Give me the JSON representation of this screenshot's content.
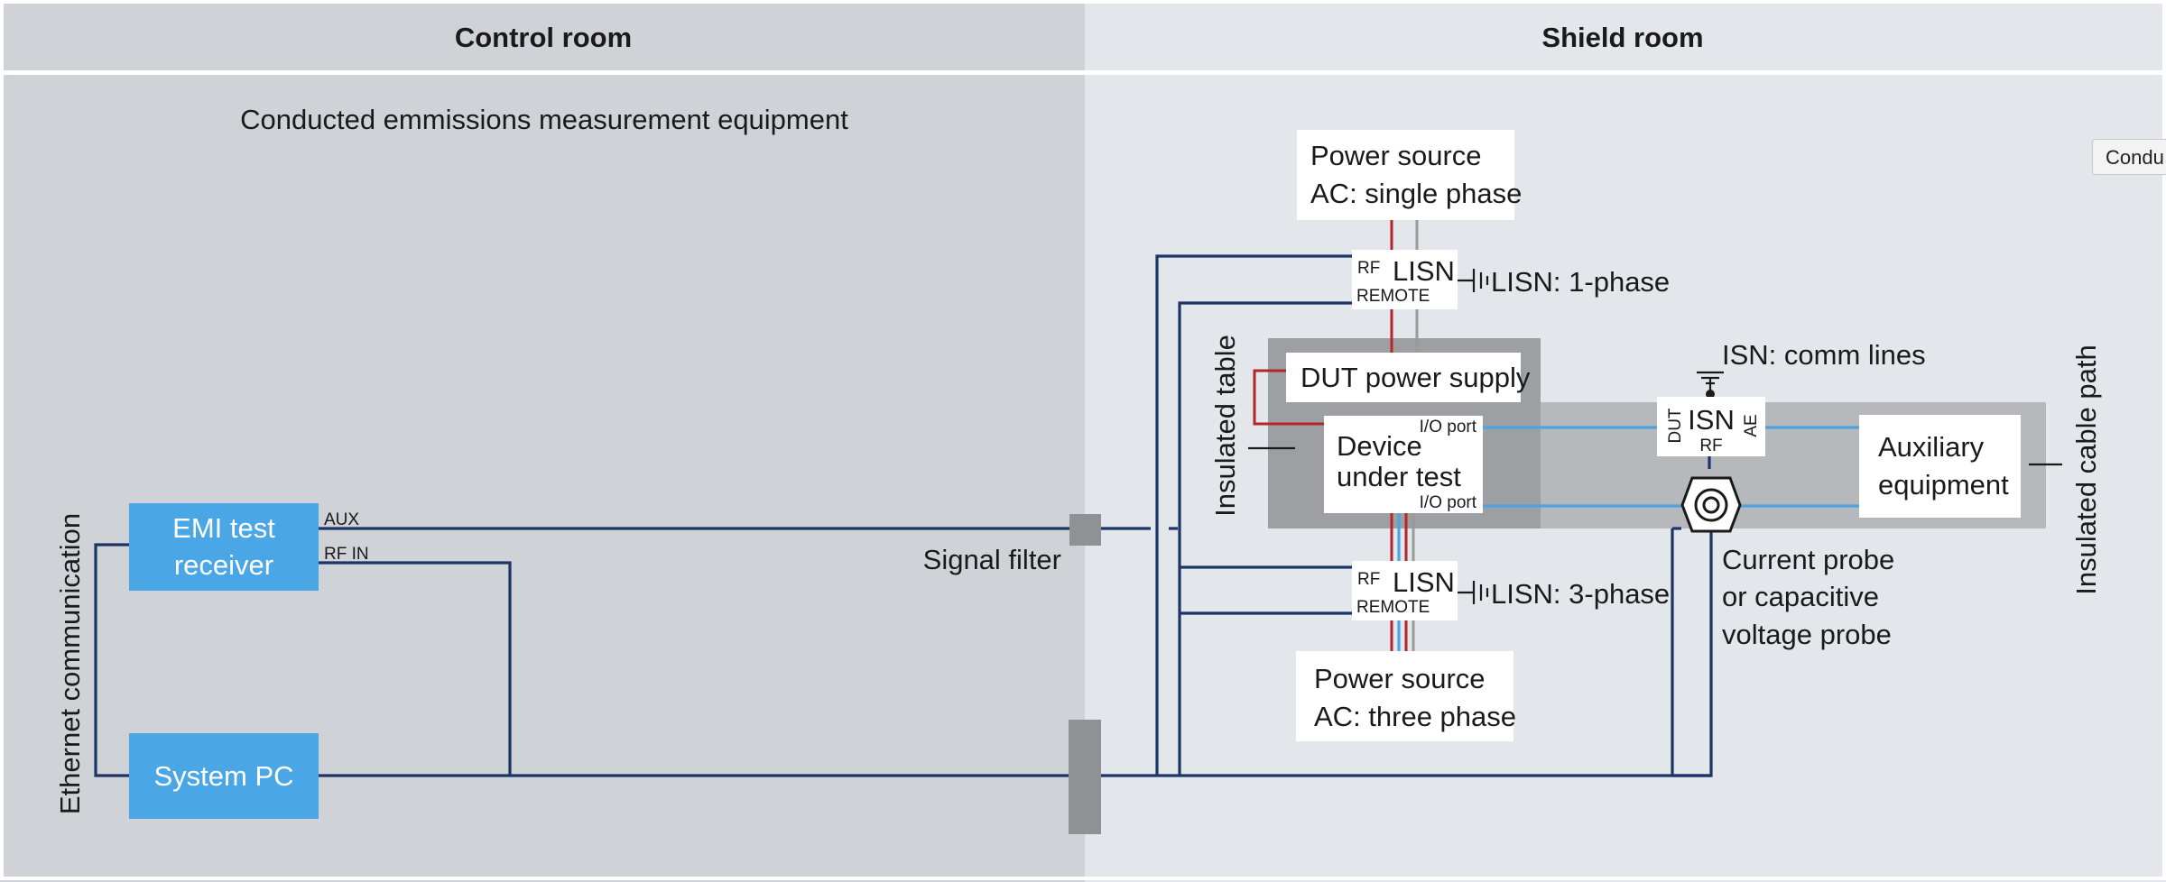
{
  "headers": {
    "control_room": "Control room",
    "shield_room": "Shield room"
  },
  "caption": "Conducted emmissions measurement equipment",
  "tooltip": "Condu",
  "ethernet": "Ethernet communication",
  "emi": {
    "line1": "EMI test",
    "line2": "receiver",
    "aux": "AUX",
    "rf_in": "RF IN"
  },
  "system_pc": "System PC",
  "signal_filter": "Signal filter",
  "insulated_table": "Insulated table",
  "insulated_cable_path": "Insulated cable path",
  "power_single": {
    "line1": "Power source",
    "line2": "AC: single phase"
  },
  "power_three": {
    "line1": "Power source",
    "line2": "AC: three phase"
  },
  "lisn1": {
    "name": "LISN",
    "rf": "RF",
    "remote": "REMOTE",
    "label": "LISN: 1-phase"
  },
  "lisn3": {
    "name": "LISN",
    "rf": "RF",
    "remote": "REMOTE",
    "label": "LISN: 3-phase"
  },
  "dut_power_supply": "DUT power supply",
  "dut": {
    "line1": "Device",
    "line2": "under test",
    "io_top": "I/O port",
    "io_bottom": "I/O port"
  },
  "isn": {
    "name": "ISN",
    "dut": "DUT",
    "ae": "AE",
    "rf": "RF",
    "label": "ISN: comm lines"
  },
  "aux_equipment": {
    "line1": "Auxiliary",
    "line2": "equipment"
  },
  "probe": {
    "line1": "Current probe",
    "line2": "or capacitive",
    "line3": "voltage probe"
  }
}
